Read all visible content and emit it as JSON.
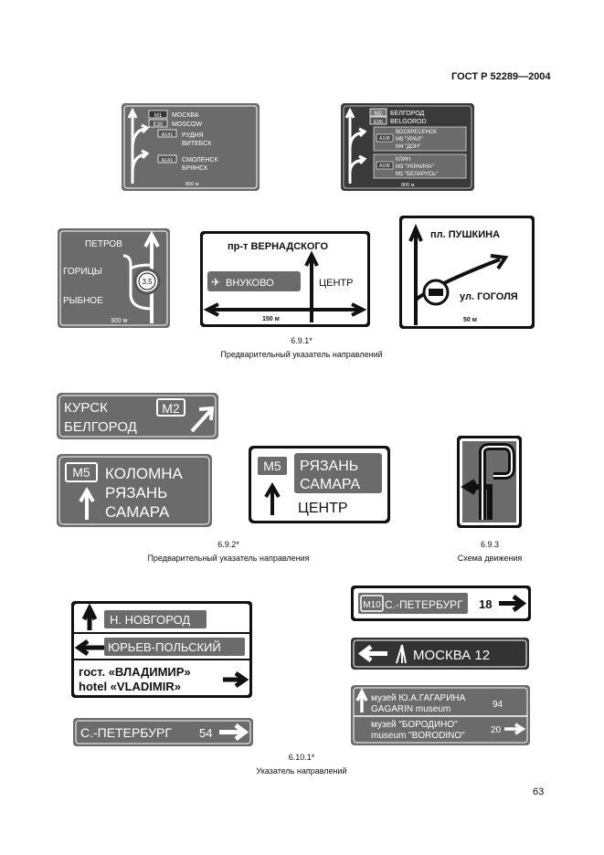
{
  "header": "ГОСТ Р 52289—2004",
  "page_number": "63",
  "captions": {
    "c691_num": "6.9.1*",
    "c691_text": "Предварительный указатель направлений",
    "c692_num": "6.9.2*",
    "c692_text": "Предварительный указатель направления",
    "c693_num": "6.9.3",
    "c693_text": "Схема движения",
    "c6101_num": "6.10.1*",
    "c6101_text": "Указатель направлений"
  },
  "sign1": {
    "r1": "M1",
    "r1_city": "МОСКВА",
    "r1b": "E30",
    "r1b_city": "MOSCOW",
    "r2": "A141",
    "r2_a": "РУДНЯ",
    "r2_b": "ВИТЕБСК",
    "r3": "A141",
    "r3_a": "СМОЛЕНСК",
    "r3_b": "БРЯНСК",
    "dist": "800 м"
  },
  "sign2": {
    "r1": "M2",
    "r1_city": "БЕЛГОРОД",
    "r1b": "E95",
    "r1b_city": "BELGOROD",
    "r2": "A108",
    "r2_a": "ВОСКРЕСЕНСК",
    "r2_b": "М5 \"УРАЛ\"",
    "r2_c": "М4 \"ДОН\"",
    "r3": "A108",
    "r3_a": "КЛИН",
    "r3_b": "М3 \"УКРАИНА\"",
    "r3_c": "М1 \"БЕЛАРУСЬ\"",
    "dist": "800 м"
  },
  "sign3": {
    "a": "ПЕТРОВ",
    "b": "ГОРИЦЫ",
    "c": "РЫБНОЕ",
    "limit": "3,5",
    "dist": "300 м"
  },
  "sign4": {
    "top": "пр-т ВЕРНАДСКОГО",
    "left": "ВНУКОВО",
    "right": "ЦЕНТР",
    "dist": "150 м"
  },
  "sign5": {
    "top": "пл. ПУШКИНА",
    "right": "ул. ГОГОЛЯ",
    "dist": "50 м"
  },
  "sign6": {
    "a": "КУРСК",
    "b": "БЕЛГОРОД",
    "route": "M2"
  },
  "sign7": {
    "route": "M5",
    "a": "КОЛОМНА",
    "b": "РЯЗАНЬ",
    "c": "САМАРА"
  },
  "sign8": {
    "route": "M5",
    "a": "РЯЗАНЬ",
    "b": "САМАРА",
    "c": "ЦЕНТР"
  },
  "sign10": {
    "a": "Н. НОВГОРОД",
    "b": "ЮРЬЕВ-ПОЛЬСКИЙ",
    "c": "гост. «ВЛАДИМИР»",
    "d": "hotel «VLADIMIR»"
  },
  "sign11": {
    "text": "С.-ПЕТЕРБУРГ",
    "dist": "54"
  },
  "sign12": {
    "route": "M10",
    "text": "С.-ПЕТЕРБУРГ",
    "dist": "18"
  },
  "sign13": {
    "text": "МОСКВА 12"
  },
  "sign14": {
    "a": "музей Ю.А.ГАГАРИНА",
    "b": "GAGARIN museum",
    "d1": "94",
    "c": "музей \"БОРОДИНО\"",
    "d": "museum \"BORODINO\"",
    "d2": "20"
  }
}
